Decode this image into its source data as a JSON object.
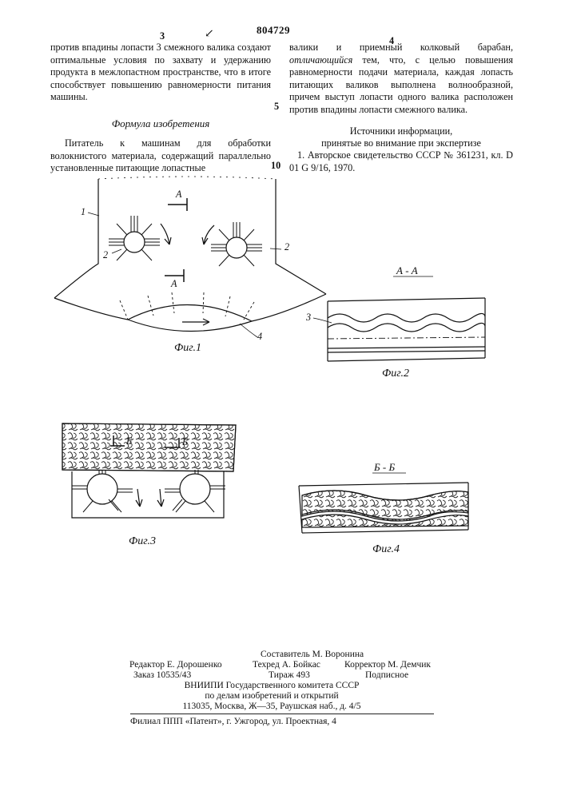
{
  "header": {
    "patent_number": "804729",
    "page_left": "3",
    "page_right": "4",
    "mark": "↙"
  },
  "left_column": {
    "para1": "против впадины лопасти 3 смежного валика создают оптимальные условия по захвату и удержанию продукта в межлопастном пространстве, что в итоге способствует повышению равномерности питания машины.",
    "claims_heading": "Формула изобретения",
    "para2": "Питатель к машинам для обработки волокнистого материала, содержащий параллельно установленные питающие лопастные"
  },
  "right_column": {
    "para1_a": "валики и приемный колковый барабан, ",
    "para1_italic": "отличающийся",
    "para1_b": " тем, что, с целью повышения равномерности подачи материала, каждая лопасть питающих валиков выполнена волнообразной, причем выступ лопасти одного валика расположен против впадины лопасти смежного валика.",
    "sources_heading_1": "Источники информации,",
    "sources_heading_2": "принятые во внимание при экспертизе",
    "source_1": "1. Авторское свидетельство СССР № 361231, кл. D 01 G 9/16, 1970."
  },
  "line_numbers": [
    "5",
    "10"
  ],
  "figures": {
    "fig1_caption": "Фиг.1",
    "fig2_caption": "Фиг.2",
    "fig3_caption": "Фиг.3",
    "fig4_caption": "Фиг.4",
    "label_1": "1",
    "label_2a": "2",
    "label_2b": "2",
    "label_3": "3",
    "label_4": "4",
    "section_a": "А",
    "section_aa": "А - А",
    "section_b": "Б",
    "section_bb": "Б - Б"
  },
  "footer": {
    "composer": "Составитель М. Воронина",
    "editor": "Редактор Е. Дорошенко",
    "techred": "Техред А. Бойкас",
    "corrector": "Корректор М. Демчик",
    "order": "Заказ 10535/43",
    "print_run": "Тираж 493",
    "subscription": "Подписное",
    "org_1": "ВНИИПИ Государственного комитета СССР",
    "org_2": "по делам изобретений и открытий",
    "org_3": "113035, Москва, Ж—35, Раушская наб., д. 4/5",
    "branch": "Филиал ППП «Патент», г. Ужгород, ул. Проектная, 4"
  }
}
